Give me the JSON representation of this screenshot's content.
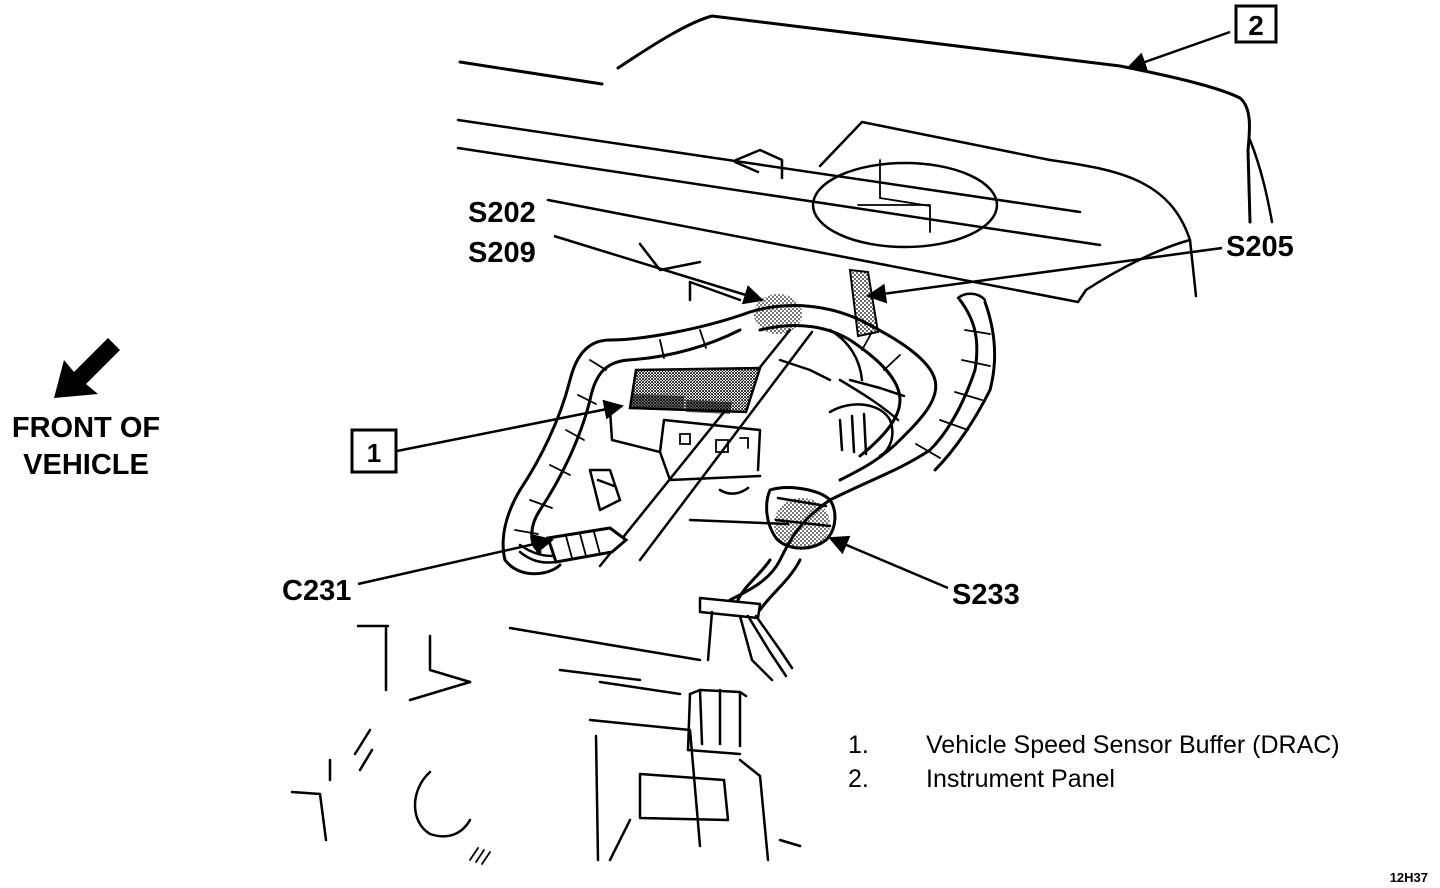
{
  "labels": {
    "front_of_vehicle_line1": "FRONT OF",
    "front_of_vehicle_line2": "VEHICLE",
    "s202": "S202",
    "s209": "S209",
    "s205": "S205",
    "c231": "C231",
    "s233": "S233"
  },
  "callouts": {
    "one": "1",
    "two": "2"
  },
  "legend": [
    {
      "number": "1.",
      "text": "Vehicle Speed Sensor Buffer (DRAC)"
    },
    {
      "number": "2.",
      "text": "Instrument Panel"
    }
  ],
  "figure_code": "12H37"
}
